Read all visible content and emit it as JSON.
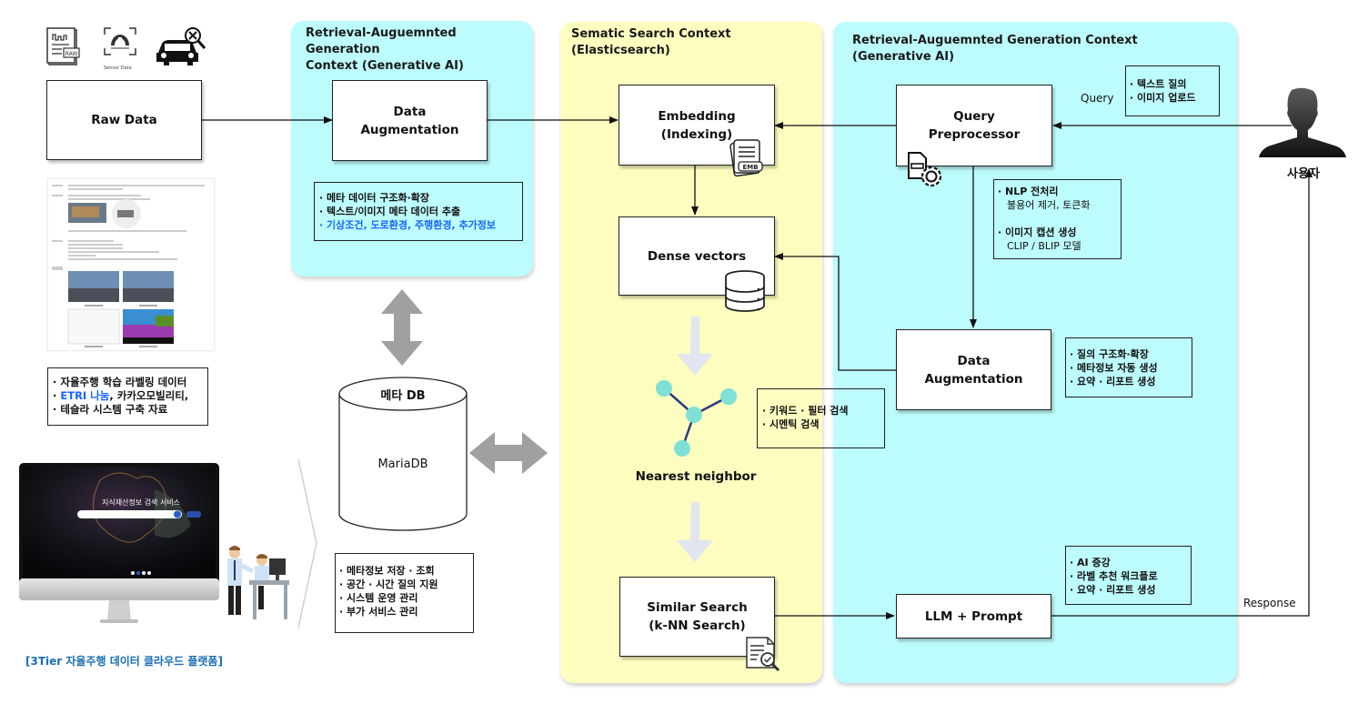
{
  "panels": {
    "rag_left": {
      "title": "Retrieval-Auguemnted Generation\nContext (Generative AI)"
    },
    "semantic": {
      "title": "Sematic Search Context\n(Elasticsearch)"
    },
    "rag_right": {
      "title": "Retrieval-Auguemnted Generation Context\n(Generative AI)"
    }
  },
  "source_icons": {
    "sensor_caption": "Sensor Data",
    "raw_badge": "RAW"
  },
  "nodes": {
    "raw_data": "Raw Data",
    "data_augmentation_left": "Data\nAugmentation",
    "embedding": "Embedding\n(Indexing)",
    "dense_vectors": "Dense vectors",
    "similar_search": "Similar Search\n(k-NN  Search)",
    "query_preprocessor": "Query\nPreprocessor",
    "data_augmentation_right": "Data\nAugmentation",
    "llm_prompt": "LLM + Prompt",
    "meta_db_title": "메타 DB",
    "meta_db_engine": "MariaDB",
    "nearest_neighbor": "Nearest neighbor",
    "user": "사용자",
    "emb_badge": "EMB"
  },
  "notes": {
    "left_augmentation": [
      {
        "text": "·  메타 데이터 구조화·확장",
        "highlight": false
      },
      {
        "text": "·  텍스트/이미지 메타 데이터 추출",
        "highlight": false
      },
      {
        "text": "·  기상조건, 도로환경, 주행환경, 추가정보",
        "highlight": true
      }
    ],
    "raw_sources": [
      {
        "prefix": "·  ",
        "text": "자율주행 학습 라벨링 데이터",
        "highlight": ""
      },
      {
        "prefix": "·  ",
        "text": ", 카카오모빌리티,",
        "highlight": "ETRI 나눔"
      },
      {
        "prefix": "·  ",
        "text": "테슬라 시스템 구축 자료",
        "highlight": ""
      }
    ],
    "meta_db": [
      "·  메타정보 저장 · 조회",
      "·  공간 · 시간 질의 지원",
      "·  시스템 운영 관리",
      "·  부가 서비스 관리"
    ],
    "search_types": [
      "·  키워드 · 필터 검색",
      "·  시멘틱 검색"
    ],
    "query_inputs": [
      "· 텍스트 질의",
      "· 이미지 업로드"
    ],
    "preprocessing": [
      {
        "title": "· NLP 전처리",
        "detail": "불용어 제거, 토큰화"
      },
      {
        "title": "· 이미지 캡션 생성",
        "detail": "CLIP / BLIP 모델"
      }
    ],
    "right_augmentation": [
      "·  질의 구조화·확장",
      "·  메타정보 자동 생성",
      "·  요약 · 리포트 생성"
    ],
    "llm_outputs": [
      "·  AI 증강",
      "·  라벨 추천 워크플로",
      "·  요약 · 리포트 생성"
    ]
  },
  "edge_labels": {
    "query": "Query",
    "response": "Response"
  },
  "platform": {
    "caption": "[3Tier 자율주행 데이터 클라우드 플랫폼]",
    "screen_title": "지식재산정보 검색 서비스"
  },
  "colors": {
    "cyan_panel": "#bdfcfd",
    "yellow_panel": "#fefdc0",
    "highlight_blue": "#1565ff",
    "caption_blue": "#1a6fb5",
    "node_teal": "#7fe0d6",
    "edge_navy": "#2c3a80",
    "gray_arrow": "#a0a0a0",
    "light_arrow": "#e2e6f0"
  }
}
